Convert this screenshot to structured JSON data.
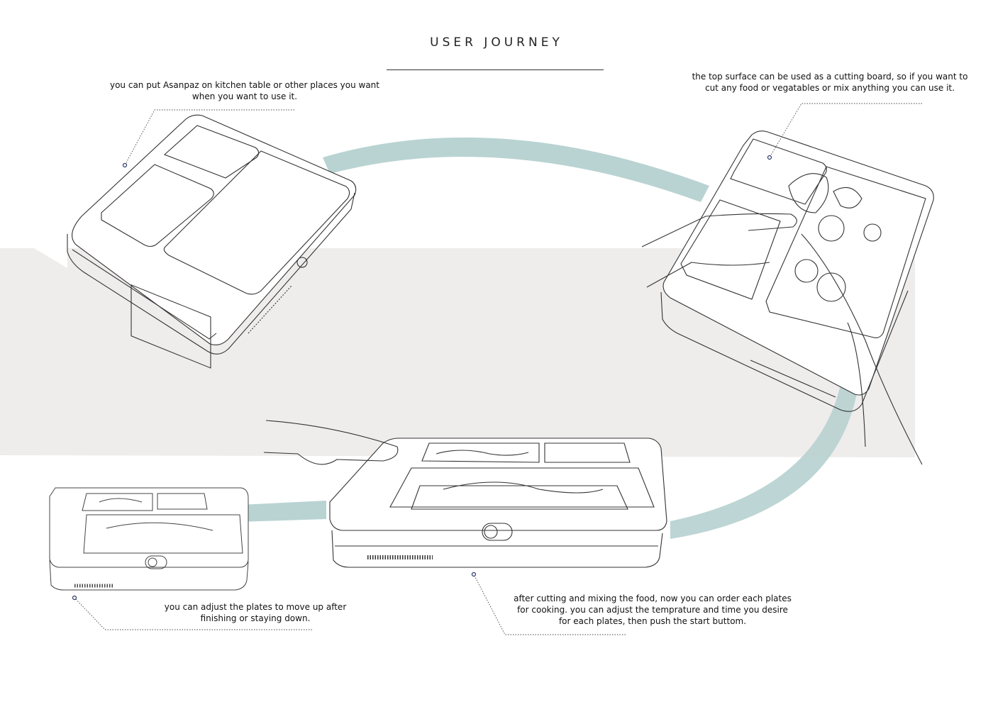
{
  "title": "USER JOURNEY",
  "steps": [
    {
      "lines": [
        "you can put Asanpaz on kitchen table or other places you want",
        "when you want to use it."
      ]
    },
    {
      "lines": [
        "the top surface can be used as a cutting board, so if you want to",
        "cut any food or vegatables or mix anything you can use it."
      ]
    },
    {
      "lines": [
        "you can adjust the plates to move up after",
        "finishing or staying down."
      ]
    },
    {
      "lines": [
        "after cutting and mixing the food, now you can order each plates",
        "for cooking. you can adjust the temprature and time you desire",
        "for each plates, then push the start buttom."
      ]
    }
  ],
  "colors": {
    "band": "#efecec",
    "arrow": "#b9d3d2",
    "line": "#333333",
    "accent_dot": "#2b3a67"
  }
}
